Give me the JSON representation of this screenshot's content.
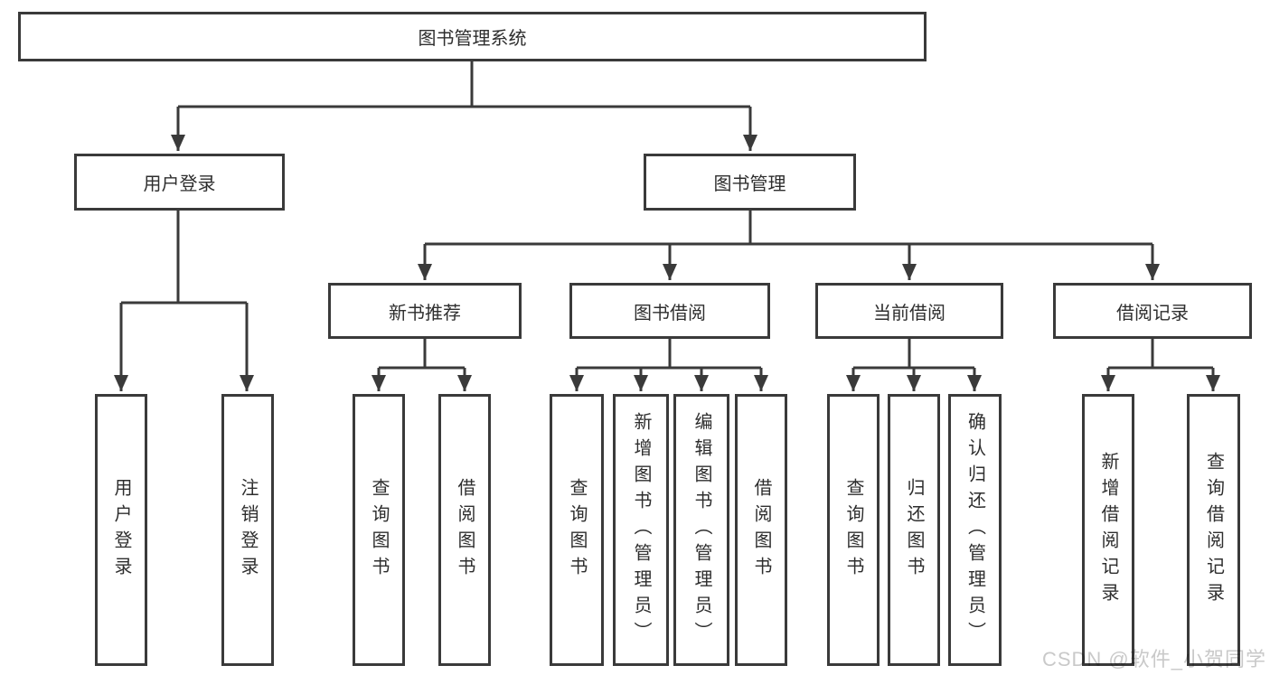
{
  "tree": {
    "root": {
      "label": "图书管理系统"
    },
    "branches": [
      {
        "label": "用户登录",
        "children": [
          {
            "label": "用户登录"
          },
          {
            "label": "注销登录"
          }
        ]
      },
      {
        "label": "图书管理",
        "children": [
          {
            "label": "新书推荐",
            "children": [
              {
                "label": "查询图书"
              },
              {
                "label": "借阅图书"
              }
            ]
          },
          {
            "label": "图书借阅",
            "children": [
              {
                "label": "查询图书"
              },
              {
                "label": "新增图书（管理员）"
              },
              {
                "label": "编辑图书（管理员）"
              },
              {
                "label": "借阅图书"
              }
            ]
          },
          {
            "label": "当前借阅",
            "children": [
              {
                "label": "查询图书"
              },
              {
                "label": "归还图书"
              },
              {
                "label": "确认归还（管理员）"
              }
            ]
          },
          {
            "label": "借阅记录",
            "children": [
              {
                "label": "新增借阅记录"
              },
              {
                "label": "查询借阅记录"
              }
            ]
          }
        ]
      }
    ]
  },
  "watermark": {
    "text": "CSDN @软件_小贺同学"
  },
  "colors": {
    "line": "#3a3a3a",
    "box_border": "#3a3a3a",
    "text": "#2e2e2e",
    "watermark": "#c9c9c9",
    "background": "#ffffff"
  }
}
